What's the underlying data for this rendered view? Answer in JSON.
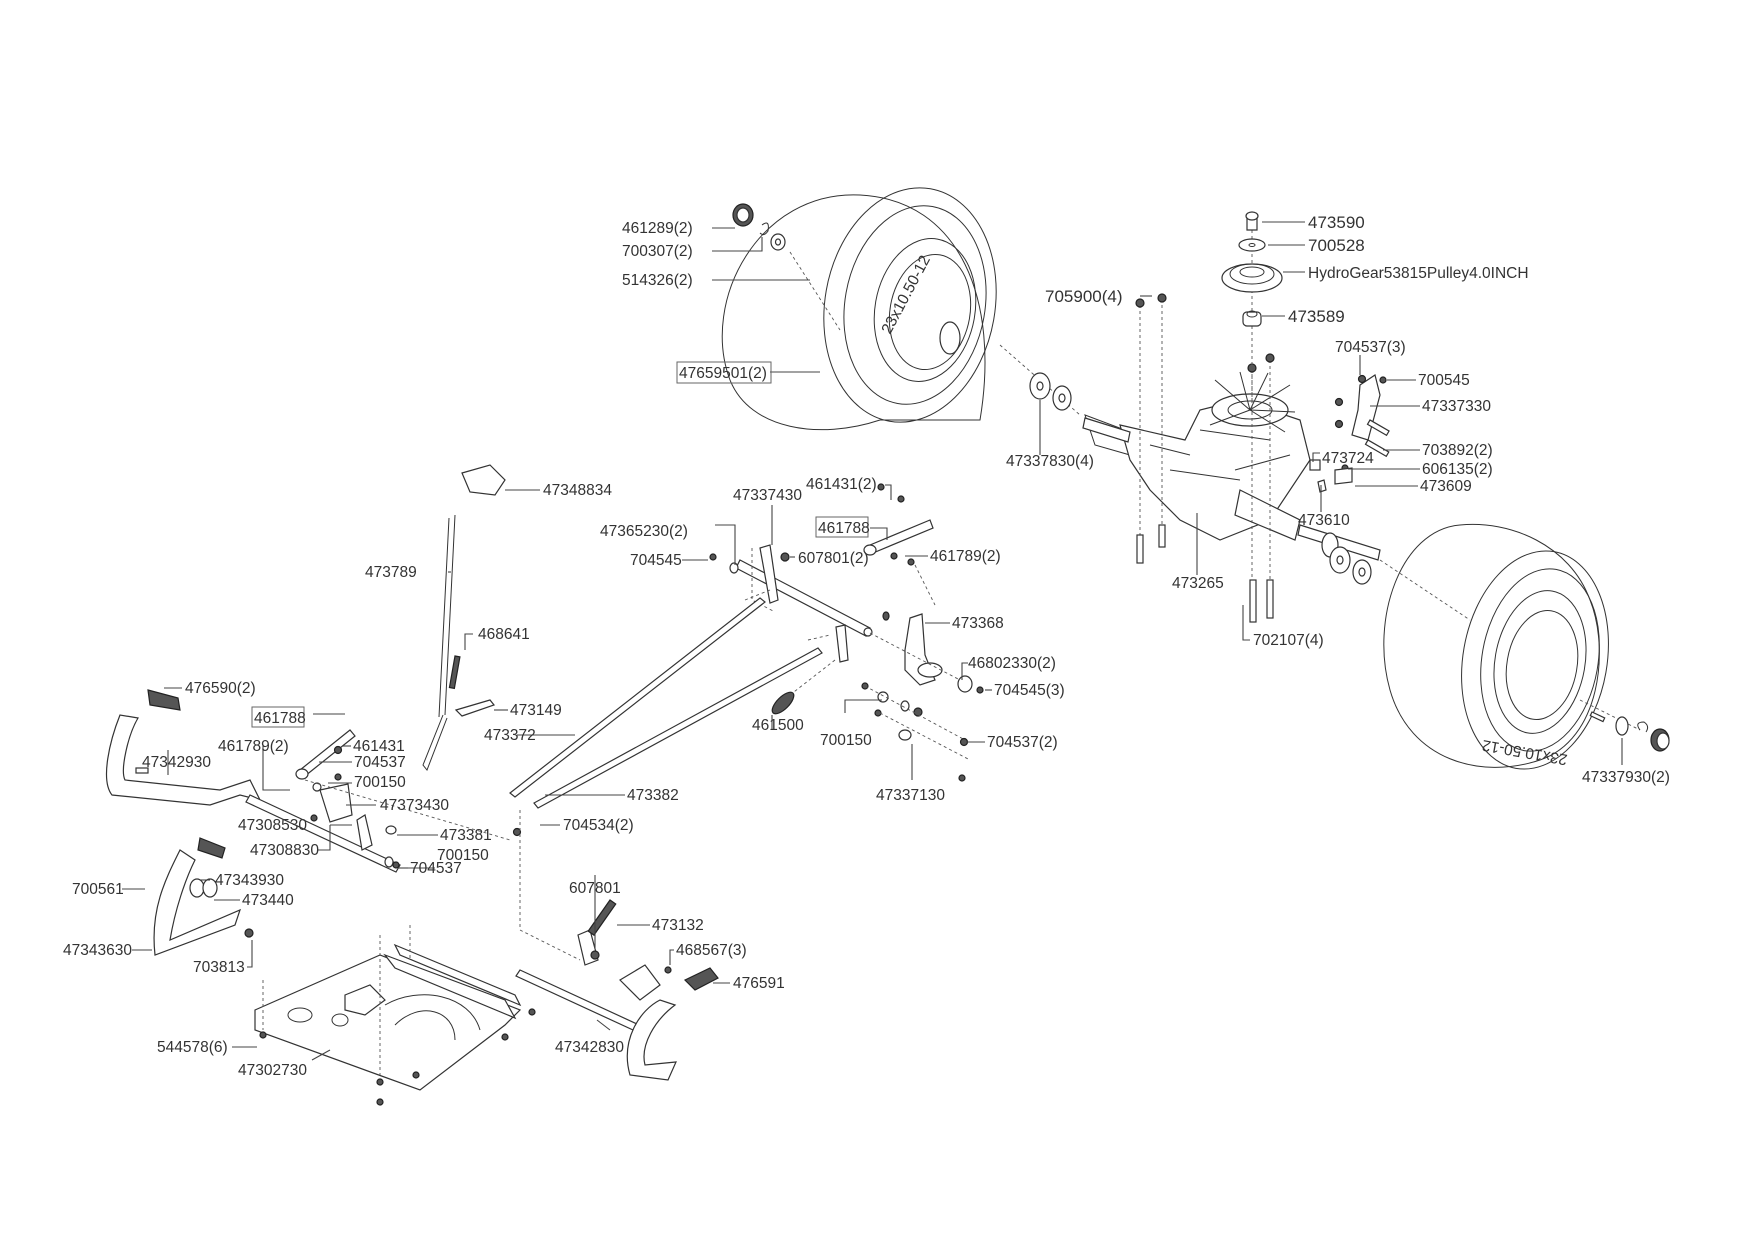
{
  "diagram": {
    "type": "exploded-parts-diagram",
    "subject": "Drive / transmission and pedal linkage assembly",
    "tire_marking": "23x10.50-12",
    "callouts": [
      {
        "id": "c1",
        "label": "461289(2)",
        "boxed": false
      },
      {
        "id": "c2",
        "label": "700307(2)",
        "boxed": false
      },
      {
        "id": "c3",
        "label": "514326(2)",
        "boxed": false
      },
      {
        "id": "c4",
        "label": "47659501(2)",
        "boxed": true
      },
      {
        "id": "c5",
        "label": "473590",
        "boxed": false
      },
      {
        "id": "c6",
        "label": "700528",
        "boxed": false
      },
      {
        "id": "c7",
        "label": "HydroGear53815Pulley4.0INCH",
        "boxed": false
      },
      {
        "id": "c8",
        "label": "705900(4)",
        "boxed": false
      },
      {
        "id": "c9",
        "label": "473589",
        "boxed": false
      },
      {
        "id": "c10",
        "label": "704537(3)",
        "boxed": false
      },
      {
        "id": "c11",
        "label": "700545",
        "boxed": false
      },
      {
        "id": "c12",
        "label": "47337330",
        "boxed": false
      },
      {
        "id": "c13",
        "label": "47337830(4)",
        "boxed": false
      },
      {
        "id": "c14",
        "label": "703892(2)",
        "boxed": false
      },
      {
        "id": "c15",
        "label": "473724",
        "boxed": false
      },
      {
        "id": "c16",
        "label": "606135(2)",
        "boxed": false
      },
      {
        "id": "c17",
        "label": "473609",
        "boxed": false
      },
      {
        "id": "c18",
        "label": "473610",
        "boxed": false
      },
      {
        "id": "c19",
        "label": "473265",
        "boxed": false
      },
      {
        "id": "c20",
        "label": "702107(4)",
        "boxed": false
      },
      {
        "id": "c21",
        "label": "47337930(2)",
        "boxed": false
      },
      {
        "id": "c22",
        "label": "47348834",
        "boxed": false
      },
      {
        "id": "c23",
        "label": "47337430",
        "boxed": false
      },
      {
        "id": "c24",
        "label": "461431(2)",
        "boxed": false
      },
      {
        "id": "c25",
        "label": "461788",
        "boxed": true
      },
      {
        "id": "c26",
        "label": "47365230(2)",
        "boxed": false
      },
      {
        "id": "c27",
        "label": "704545",
        "boxed": false
      },
      {
        "id": "c28",
        "label": "607801(2)",
        "boxed": false
      },
      {
        "id": "c29",
        "label": "461789(2)",
        "boxed": false
      },
      {
        "id": "c30",
        "label": "473789",
        "boxed": false
      },
      {
        "id": "c31",
        "label": "473368",
        "boxed": false
      },
      {
        "id": "c32",
        "label": "468641",
        "boxed": false
      },
      {
        "id": "c33",
        "label": "46802330(2)",
        "boxed": false
      },
      {
        "id": "c34",
        "label": "704545(3)",
        "boxed": false
      },
      {
        "id": "c35",
        "label": "476590(2)",
        "boxed": false
      },
      {
        "id": "c36",
        "label": "461788",
        "boxed": true
      },
      {
        "id": "c37",
        "label": "473149",
        "boxed": false
      },
      {
        "id": "c38",
        "label": "473372",
        "boxed": false
      },
      {
        "id": "c39",
        "label": "461500",
        "boxed": false
      },
      {
        "id": "c40",
        "label": "700150",
        "boxed": false
      },
      {
        "id": "c41",
        "label": "704537(2)",
        "boxed": false
      },
      {
        "id": "c42",
        "label": "461789(2)",
        "boxed": false
      },
      {
        "id": "c43",
        "label": "461431",
        "boxed": false
      },
      {
        "id": "c44",
        "label": "704537",
        "boxed": false
      },
      {
        "id": "c45",
        "label": "700150",
        "boxed": false
      },
      {
        "id": "c46",
        "label": "47342930",
        "boxed": false
      },
      {
        "id": "c47",
        "label": "47373430",
        "boxed": false
      },
      {
        "id": "c48",
        "label": "47308530",
        "boxed": false
      },
      {
        "id": "c49",
        "label": "473381",
        "boxed": false
      },
      {
        "id": "c50",
        "label": "47308830",
        "boxed": false
      },
      {
        "id": "c51",
        "label": "700150",
        "boxed": false
      },
      {
        "id": "c52",
        "label": "473382",
        "boxed": false
      },
      {
        "id": "c53",
        "label": "47337130",
        "boxed": false
      },
      {
        "id": "c54",
        "label": "704534(2)",
        "boxed": false
      },
      {
        "id": "c55",
        "label": "704537",
        "boxed": false
      },
      {
        "id": "c56",
        "label": "700561",
        "boxed": false
      },
      {
        "id": "c57",
        "label": "47343930",
        "boxed": false
      },
      {
        "id": "c58",
        "label": "473440",
        "boxed": false
      },
      {
        "id": "c59",
        "label": "607801",
        "boxed": false
      },
      {
        "id": "c60",
        "label": "473132",
        "boxed": false
      },
      {
        "id": "c61",
        "label": "47343630",
        "boxed": false
      },
      {
        "id": "c62",
        "label": "703813",
        "boxed": false
      },
      {
        "id": "c63",
        "label": "468567(3)",
        "boxed": false
      },
      {
        "id": "c64",
        "label": "476591",
        "boxed": false
      },
      {
        "id": "c65",
        "label": "544578(6)",
        "boxed": false
      },
      {
        "id": "c66",
        "label": "47342830",
        "boxed": false
      },
      {
        "id": "c67",
        "label": "47302730",
        "boxed": false
      }
    ]
  }
}
